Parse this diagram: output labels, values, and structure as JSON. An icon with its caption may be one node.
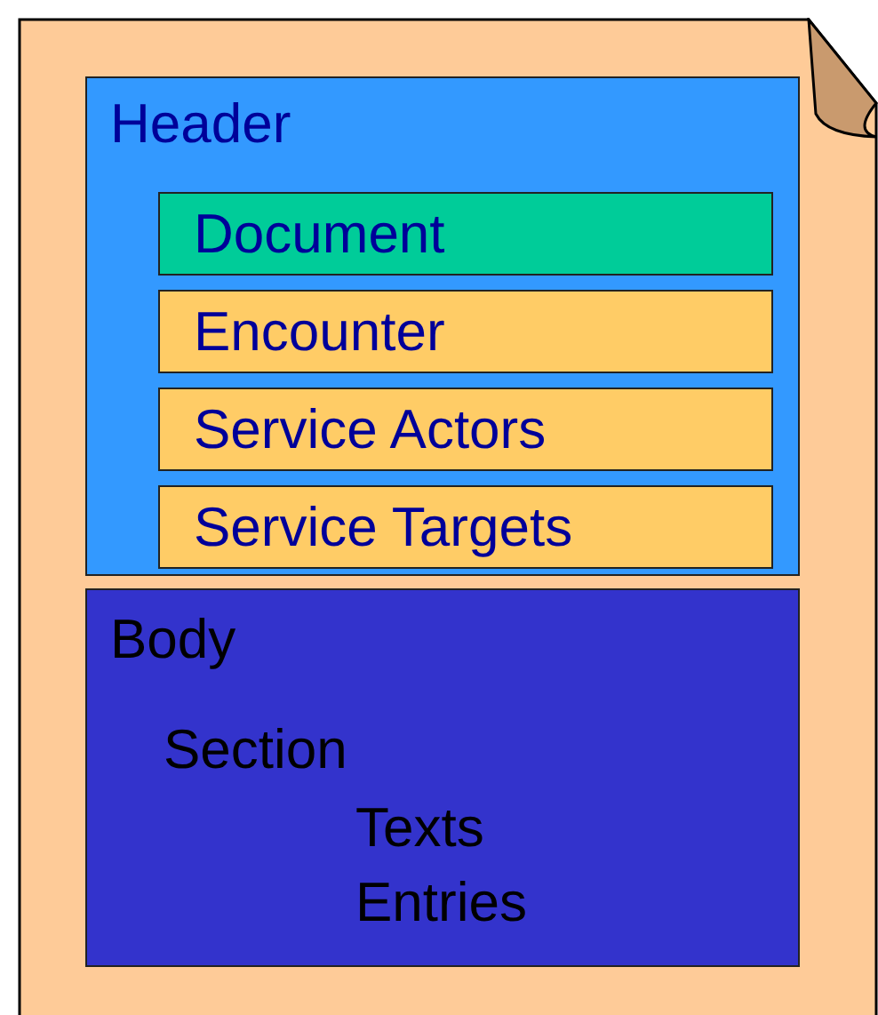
{
  "diagram": {
    "nodes": [
      {
        "text": [],
        "shape": "page"
      },
      {
        "text": [
          "Header"
        ],
        "in": 0
      },
      {
        "text": [
          "Document"
        ],
        "in": 1
      },
      {
        "text": [
          "Encounter"
        ],
        "in": 1
      },
      {
        "text": [
          "Service Actors"
        ],
        "in": 1
      },
      {
        "text": [
          "Service Targets"
        ],
        "in": 1
      },
      {
        "text": [
          "Body",
          "Section",
          "Texts",
          "Entries"
        ],
        "in": 0
      }
    ],
    "edges": []
  }
}
